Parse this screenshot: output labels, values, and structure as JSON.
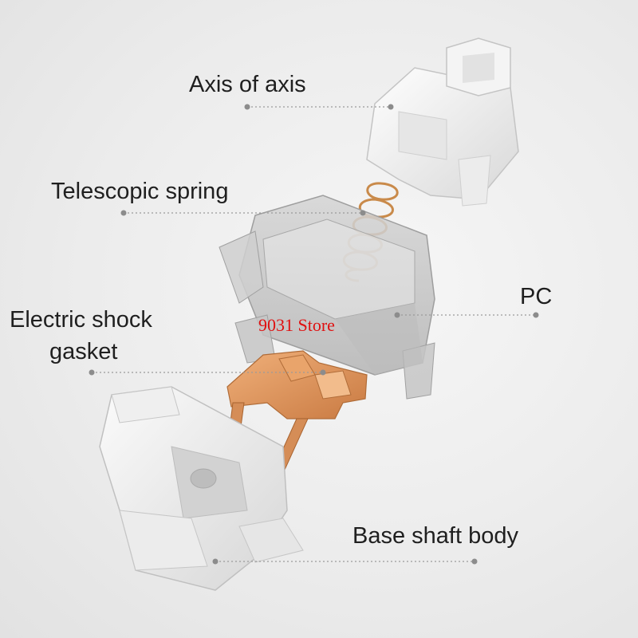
{
  "labels": {
    "axis_of_axis": "Axis of axis",
    "telescopic_spring": "Telescopic spring",
    "pc": "PC",
    "electric_shock_gasket_line1": "Electric shock",
    "electric_shock_gasket_line2": "gasket",
    "base_shaft_body": "Base shaft body"
  },
  "watermark": "9031 Store",
  "colors": {
    "background": "#eeeeee",
    "label_text": "#1f1f1f",
    "leader_line": "#9a9a9a",
    "watermark": "#e01010",
    "copper": "#d9935e",
    "spring": "#c98a4a"
  }
}
